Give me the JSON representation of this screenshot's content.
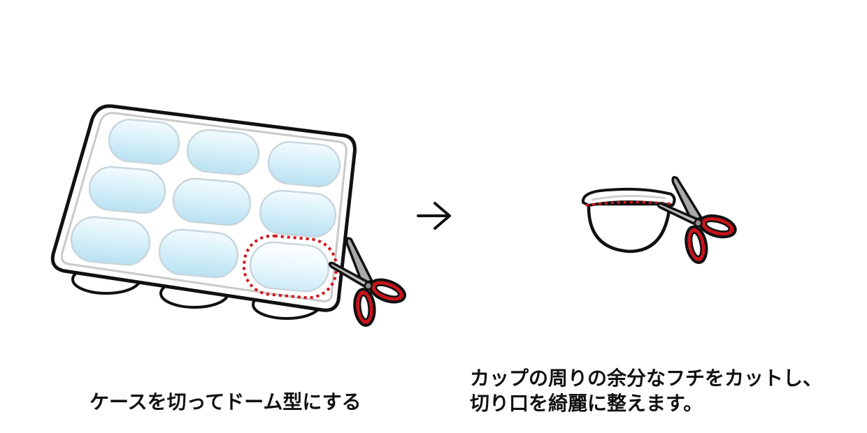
{
  "steps": [
    {
      "caption": "ケースを切ってドーム型にする",
      "illustration": "egg-tray-with-scissors-icon"
    },
    {
      "caption_lines": [
        "カップの周りの余分なフチをカットし、",
        "切り口を綺麗に整えます。"
      ],
      "illustration": "trimmed-cup-with-scissors-icon"
    }
  ],
  "connector": "arrow-right-icon",
  "colors": {
    "outline": "#111111",
    "dome_fill_top": "#c6e7f5",
    "dome_fill_bottom": "#f2fbfe",
    "cut_line": "#d4141c",
    "scissor_handle": "#c8141c",
    "blade": "#a8a8a8"
  }
}
